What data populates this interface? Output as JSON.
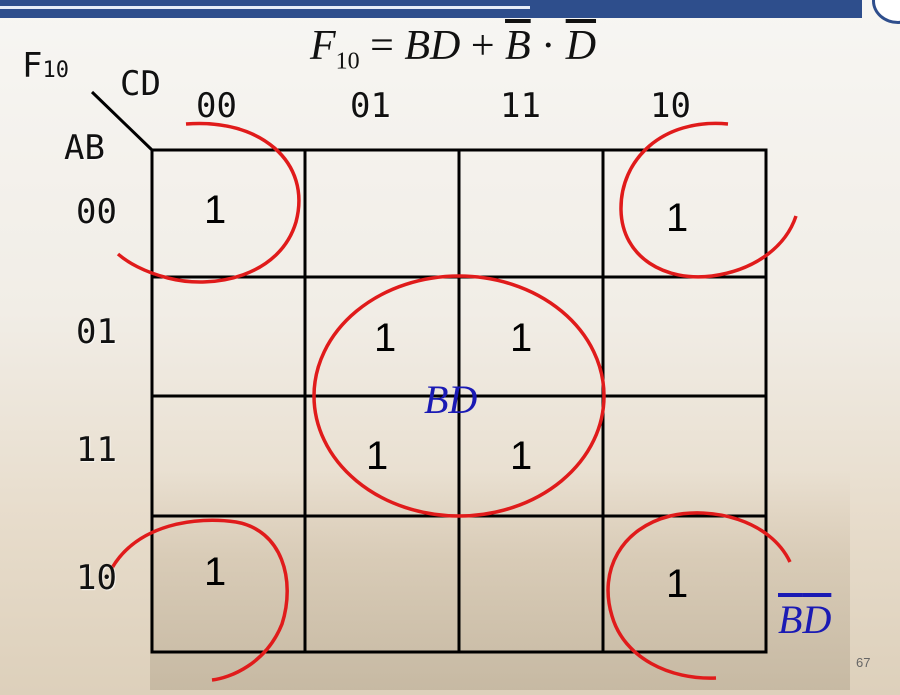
{
  "map": {
    "function_name": "F",
    "function_sub": "10",
    "row_var": "AB",
    "col_var": "CD",
    "col_headers": [
      "00",
      "01",
      "11",
      "10"
    ],
    "row_headers": [
      "00",
      "01",
      "11",
      "10"
    ],
    "cells": [
      [
        "1",
        "",
        "",
        "1"
      ],
      [
        "",
        "1",
        "1",
        ""
      ],
      [
        "",
        "1",
        "1",
        ""
      ],
      [
        "1",
        "",
        "",
        "1"
      ]
    ]
  },
  "formula": {
    "lhs": "F",
    "lhs_sub": "10",
    "equals": "=",
    "term1": "BD",
    "plus": "+",
    "term2_a": "B",
    "dot": "·",
    "term2_b": "D"
  },
  "groups": {
    "center_label": "BD",
    "corner_label_a": "B",
    "corner_label_b": "D"
  },
  "colors": {
    "circle": "#e01b1b",
    "label_blue": "#1a1ab4",
    "top_bar": "#2e4e8c"
  },
  "page_number": "67"
}
